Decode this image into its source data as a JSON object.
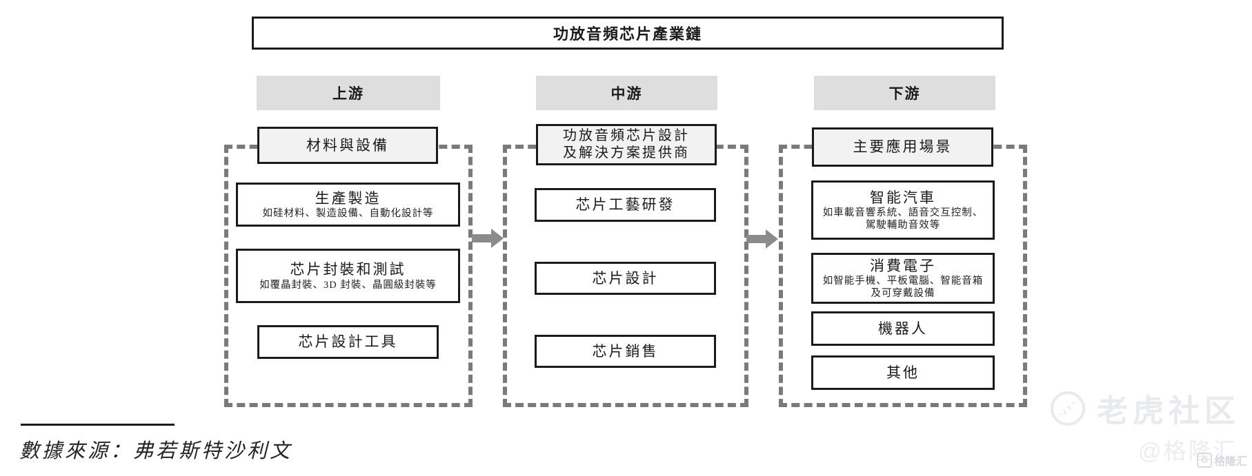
{
  "diagram": {
    "title": "功放音頻芯片產業鏈",
    "columns": [
      {
        "header": "上游",
        "lead": {
          "line1": "材料與設備",
          "line2": ""
        },
        "boxes": [
          {
            "title": "生產製造",
            "subs": [
              "如硅材料、製造設備、自動化設計等"
            ]
          },
          {
            "title": "芯片封裝和測試",
            "subs": [
              "如覆晶封裝、3D 封裝、晶圓級封裝等"
            ]
          },
          {
            "title": "芯片設計工具",
            "subs": []
          }
        ]
      },
      {
        "header": "中游",
        "lead": {
          "line1": "功放音頻芯片設計",
          "line2": "及解決方案提供商"
        },
        "boxes": [
          {
            "title": "芯片工藝研發",
            "subs": []
          },
          {
            "title": "芯片設計",
            "subs": []
          },
          {
            "title": "芯片銷售",
            "subs": []
          }
        ]
      },
      {
        "header": "下游",
        "lead": {
          "line1": "主要應用場景",
          "line2": ""
        },
        "boxes": [
          {
            "title": "智能汽車",
            "subs": [
              "如車載音響系統、語音交互控制、",
              "駕駛輔助音效等"
            ]
          },
          {
            "title": "消費電子",
            "subs": [
              "如智能手機、平板電腦、智能音箱",
              "及可穿戴設備"
            ]
          },
          {
            "title": "機器人",
            "subs": []
          },
          {
            "title": "其他",
            "subs": []
          }
        ]
      }
    ]
  },
  "footnote": {
    "source": "數據來源：弗若斯特沙利文"
  },
  "watermarks": {
    "tiger_community": "老虎社区",
    "gelonghui_handle": "@格隆汇",
    "gelonghui_logo": "格隆汇",
    "gelonghui_logo_letter": "G"
  },
  "colors": {
    "box_border": "#1a1a1a",
    "header_bg": "#dedede",
    "lead_bg": "#f2f2f2",
    "dashed_border": "#7a7a7a",
    "arrow": "#8b8b8b",
    "watermark": "#e9eaee"
  }
}
